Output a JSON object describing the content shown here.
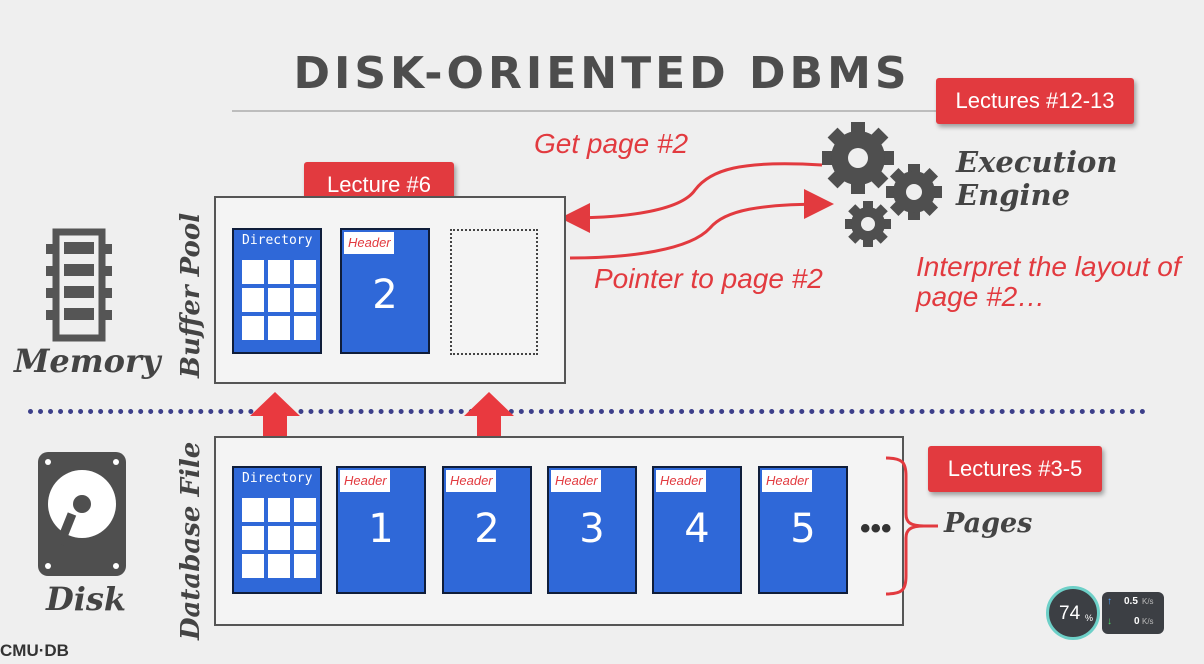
{
  "title": "DISK-ORIENTED DBMS",
  "badges": {
    "execution": "Lectures #12-13",
    "buffer_pool": "Lecture #6",
    "pages": "Lectures #3-5"
  },
  "annotations": {
    "get_page": "Get page #2",
    "pointer": "Pointer to page #2",
    "interpret_line1": "Interpret the layout of",
    "interpret_line2": "page #2…"
  },
  "execution_engine": {
    "line1": "Execution",
    "line2": "Engine"
  },
  "labels": {
    "memory": "Memory",
    "disk": "Disk",
    "buffer_pool": "Buffer Pool",
    "database_file": "Database File",
    "pages": "Pages",
    "ellipsis": "•••"
  },
  "page_parts": {
    "directory": "Directory",
    "header": "Header"
  },
  "buffer_pool_pages": [
    {
      "number": "2"
    }
  ],
  "disk_pages": [
    {
      "number": "1"
    },
    {
      "number": "2"
    },
    {
      "number": "3"
    },
    {
      "number": "4"
    },
    {
      "number": "5"
    }
  ],
  "logo": "CMU·DB",
  "speed_widget": {
    "percent": "74",
    "percent_sign": "%",
    "up": "0.5",
    "down": "0",
    "unit": "K/s"
  },
  "colors": {
    "accent": "#e23a3f",
    "page_blue": "#2f68d8",
    "text_dark": "#4d4d4d"
  }
}
